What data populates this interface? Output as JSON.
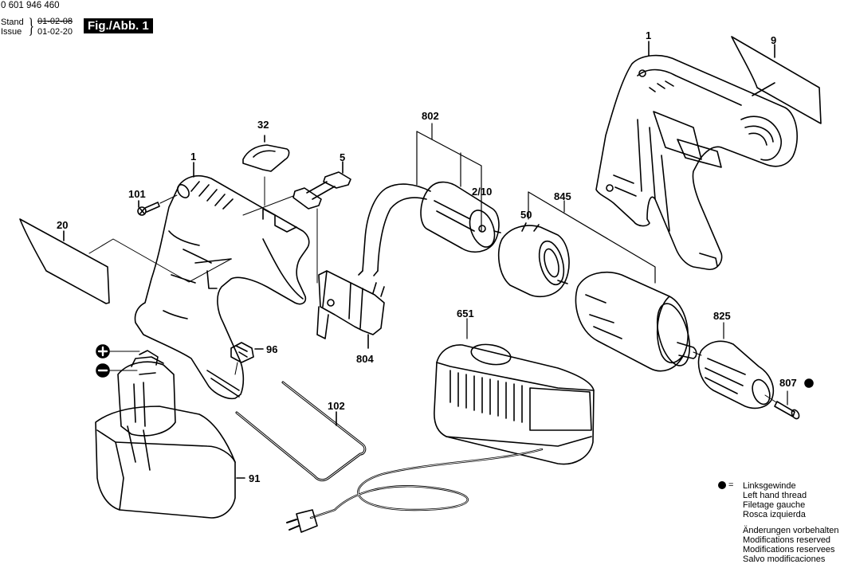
{
  "header": {
    "document_number": "0 601 946 460",
    "stand_label": "Stand",
    "issue_label": "Issue",
    "date_superseded": "01-02-08",
    "date_current": "01-02-20",
    "figure_label": "Fig./Abb. 1"
  },
  "parts": [
    {
      "id": "1",
      "name": "housing-half-left"
    },
    {
      "id": "1",
      "name": "housing-half-right"
    },
    {
      "id": "9",
      "name": "nameplate-right"
    },
    {
      "id": "20",
      "name": "nameplate-left"
    },
    {
      "id": "32",
      "name": "switch-cover"
    },
    {
      "id": "5",
      "name": "slide-switch"
    },
    {
      "id": "101",
      "name": "screw"
    },
    {
      "id": "802",
      "name": "motor"
    },
    {
      "id": "2/10",
      "name": "motor-subassembly"
    },
    {
      "id": "845",
      "name": "gearbox-assembly"
    },
    {
      "id": "50",
      "name": "gear-housing"
    },
    {
      "id": "804",
      "name": "switch"
    },
    {
      "id": "96",
      "name": "clip"
    },
    {
      "id": "102",
      "name": "belt-clip"
    },
    {
      "id": "651",
      "name": "charger"
    },
    {
      "id": "825",
      "name": "keyless-chuck"
    },
    {
      "id": "807",
      "name": "chuck-screw"
    },
    {
      "id": "91",
      "name": "battery-pack"
    }
  ],
  "labels": {
    "p1_left": "1",
    "p1_right": "1",
    "p9": "9",
    "p20": "20",
    "p32": "32",
    "p5": "5",
    "p101": "101",
    "p802": "802",
    "p210": "2/10",
    "p845": "845",
    "p50": "50",
    "p804": "804",
    "p96": "96",
    "p102": "102",
    "p651": "651",
    "p825": "825",
    "p807": "807",
    "p91": "91"
  },
  "polarity": {
    "plus": "+",
    "minus": "−"
  },
  "legend": {
    "symbol": "=",
    "left_thread": [
      "Linksgewinde",
      "Left hand thread",
      "Filetage gauche",
      "Rosca izquierda"
    ],
    "modifications": [
      "Änderungen vorbehalten",
      "Modifications reserved",
      "Modifications reservees",
      "Salvo modificaciones"
    ]
  }
}
